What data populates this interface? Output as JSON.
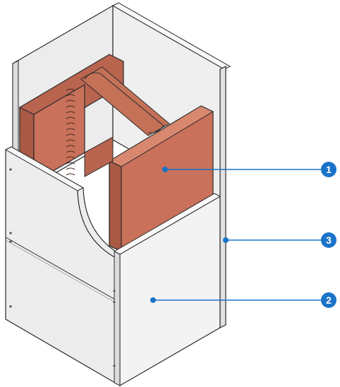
{
  "colors": {
    "steel": "#c9715a",
    "steel_dark": "#a85a45",
    "board": "#ededed",
    "board_light": "#f6f6f6",
    "outline": "#2b2b2b",
    "callout": "#1a73c8"
  },
  "callouts": [
    {
      "label": "1"
    },
    {
      "label": "3"
    },
    {
      "label": "2"
    }
  ]
}
